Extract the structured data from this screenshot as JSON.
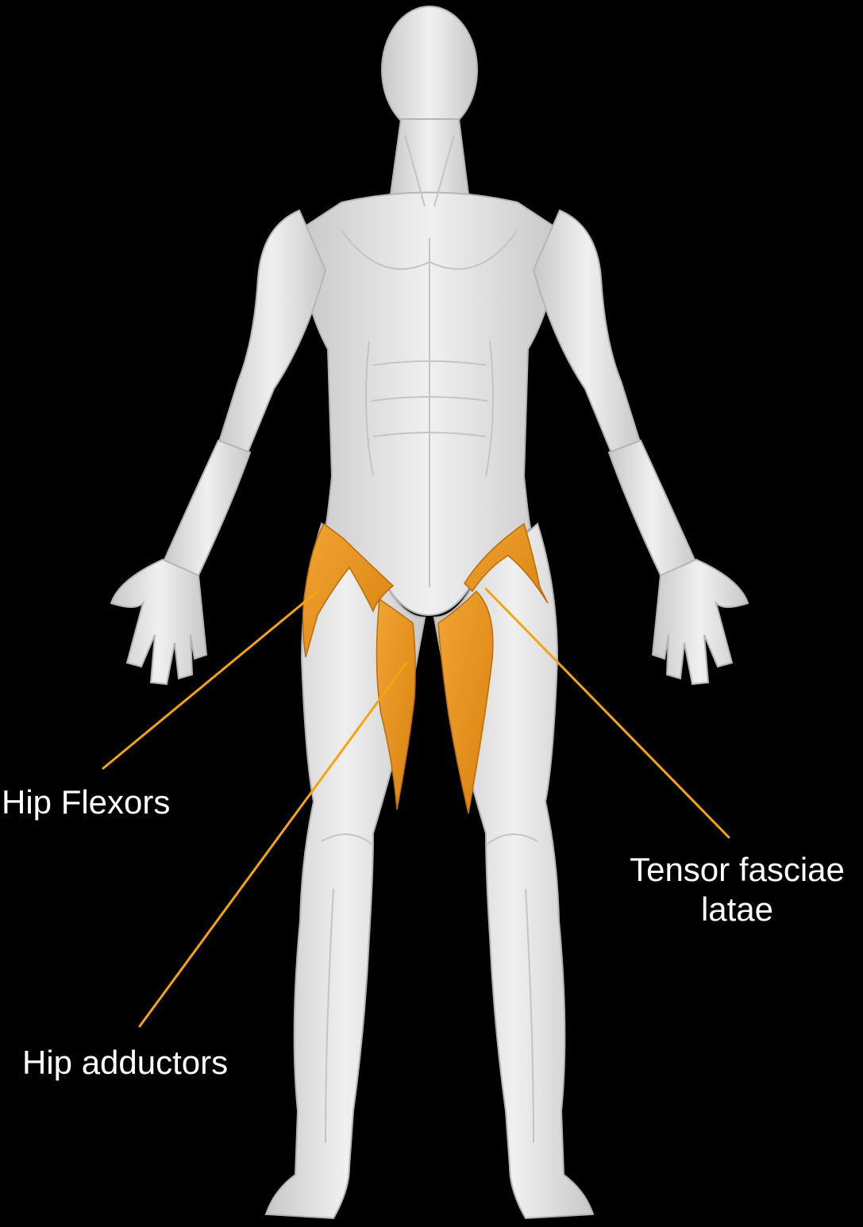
{
  "labels": {
    "hip_flexors": "Hip Flexors",
    "hip_adductors": "Hip adductors",
    "tensor_line1": "Tensor fasciae",
    "tensor_line2": "latae"
  },
  "colors": {
    "background": "#000000",
    "body": "#e4e4e4",
    "muscle_line": "#c9c9c9",
    "highlight": "#e8951c",
    "leader_line": "#f2a413",
    "text": "#ffffff"
  }
}
